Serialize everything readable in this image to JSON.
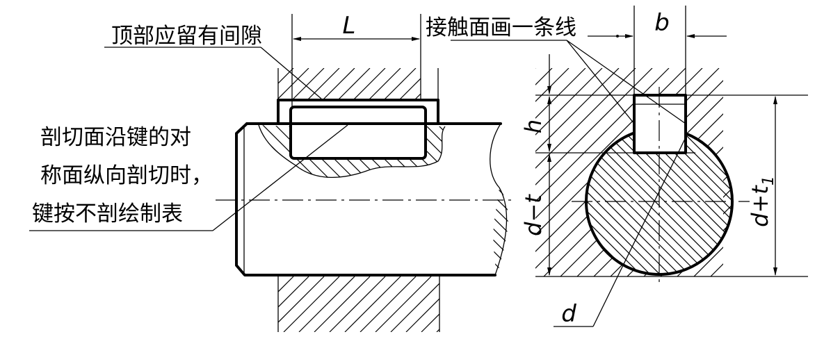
{
  "labels": {
    "top_clearance": "顶部应留有间隙",
    "contact_line": "接触面画一条线",
    "note_line1": "剖切面沿键的对",
    "note_line2": "称面纵向剖切时，",
    "note_line3": "键按不剖绘制表"
  },
  "dimensions": {
    "length": "L",
    "width": "b",
    "height": "h",
    "d_minus_t": "d−t",
    "d_plus_t1": "d+t",
    "t1_subscript": "1",
    "diameter": "d"
  }
}
